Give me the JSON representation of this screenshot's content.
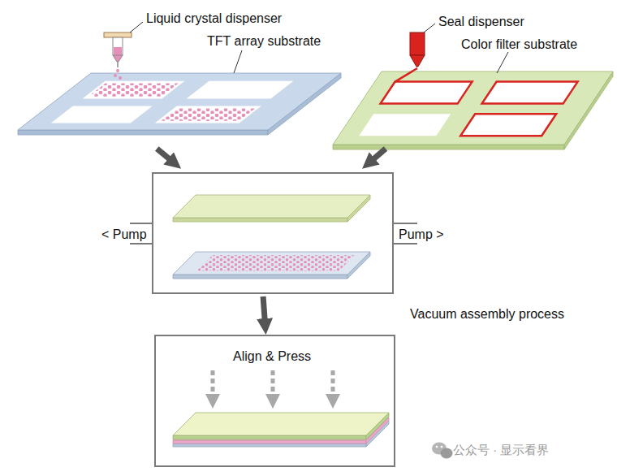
{
  "diagram": {
    "nodes": [
      {
        "text": [
          "Liquid crystal dispenser",
          "TFT array substrate"
        ]
      },
      {
        "text": [
          "Seal dispenser",
          "Color filter substrate"
        ]
      },
      {
        "text": [
          "< Pump",
          "Pump >",
          "Vacuum assembly process"
        ]
      },
      {
        "text": [
          "Align & Press"
        ]
      }
    ],
    "edges": [
      {
        "from": 0,
        "to": 2,
        "arrow": "to"
      },
      {
        "from": 1,
        "to": 2,
        "arrow": "to"
      },
      {
        "from": 2,
        "to": 3,
        "arrow": "to"
      }
    ],
    "labels": [
      "公众号 · 显示看界"
    ]
  }
}
